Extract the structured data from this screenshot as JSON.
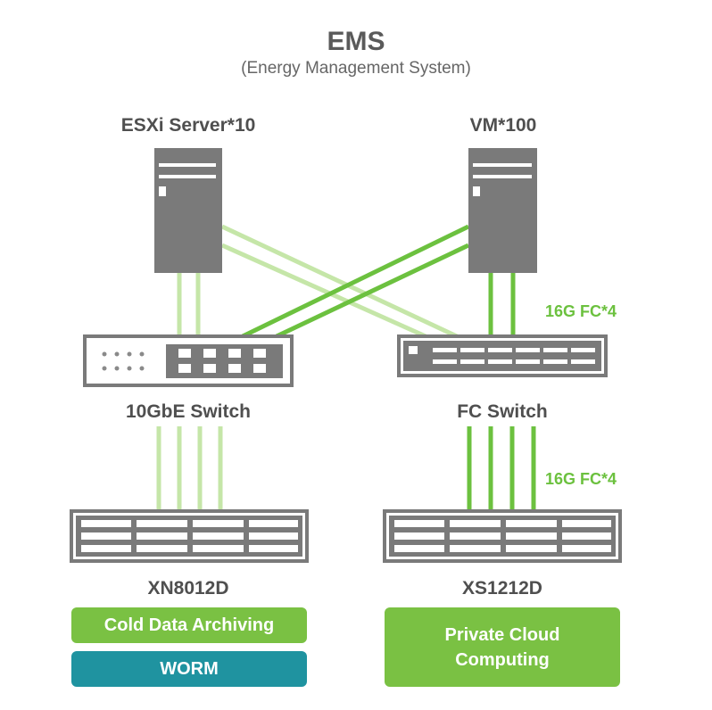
{
  "header": {
    "title": "EMS",
    "subtitle": "(Energy Management System)"
  },
  "nodes": {
    "esxi_label": "ESXi Server*10",
    "vm_label": "VM*100",
    "switch_10gbe_label": "10GbE Switch",
    "fc_switch_label": "FC Switch",
    "xn_label": "XN8012D",
    "xs_label": "XS1212D"
  },
  "links": {
    "fc_upper_label": "16G FC*4",
    "fc_lower_label": "16G FC*4"
  },
  "badges": {
    "cold_data": "Cold Data Archiving",
    "worm": "WORM",
    "private_cloud_line1": "Private Cloud",
    "private_cloud_line2": "Computing"
  },
  "colors": {
    "device_gray": "#7a7a7a",
    "light_green": "#c5e6a8",
    "green": "#6cc13f",
    "badge_green": "#7ac143",
    "badge_teal": "#1f93a0"
  }
}
